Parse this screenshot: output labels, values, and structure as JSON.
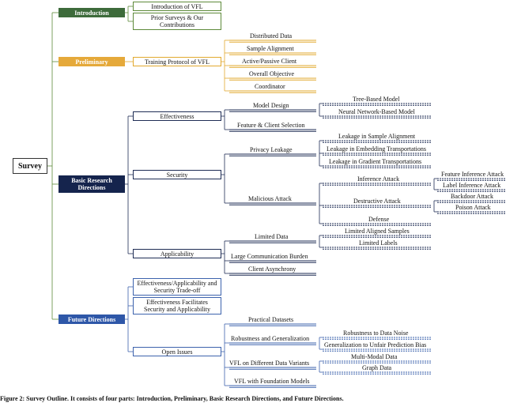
{
  "colors": {
    "intro": "#3d6b3b",
    "preliminary": "#e5a93a",
    "basic": "#15244d",
    "future": "#2e57a8",
    "line_green": "#5e8a3a",
    "line_gold": "#e2a92f",
    "line_navy": "#1f2d55",
    "line_blue": "#3d63ad"
  },
  "root": "Survey",
  "categories": {
    "intro": "Introduction",
    "preliminary": "Preliminary",
    "basic": "Basic Research Directions",
    "future": "Future Directions"
  },
  "intro_items": [
    "Introduction of VFL",
    "Prior Surveys & Our Contributions"
  ],
  "preliminary_box": "Training Protocol of VFL",
  "preliminary_items": [
    "Distributed Data",
    "Sample Alignment",
    "Active/Passive Client",
    "Overall Objective",
    "Coordinator"
  ],
  "basic": {
    "effectiveness": "Effectiveness",
    "security": "Security",
    "applicability": "Applicability",
    "model_design": "Model Design",
    "model_design_items": [
      "Tree-Based Model",
      "Neural Network-Based Model"
    ],
    "feature_client": "Feature & Client Selection",
    "privacy_leakage": "Privacy Leakage",
    "privacy_items": [
      "Leakage in Sample Alignment",
      "Leakage in Embedding Transportations",
      "Leakage in Gradient Transportations"
    ],
    "malicious_attack": "Malicious Attack",
    "inference_attack": "Inference Attack",
    "inference_items": [
      "Feature Inference Attack",
      "Label Inference Attack"
    ],
    "destructive_attack": "Destructive Attack",
    "destructive_items": [
      "Backdoor Attack",
      "Poison Attack"
    ],
    "defense": "Defense",
    "limited_data": "Limited Data",
    "limited_data_items": [
      "Limited Aligned Samples",
      "Limited Labels"
    ],
    "comm_burden": "Large Communication Burden",
    "client_async": "Client Asynchrony"
  },
  "future": {
    "tradeoff": "Effectiveness/Applicability and Security Trade-off",
    "facilitates": "Effectiveness Facilitates Security and Applicability",
    "open_issues": "Open Issues",
    "practical_datasets": "Practical Datasets",
    "robustness": "Robustness and Generalization",
    "robustness_items": [
      "Robustness to Data Noise",
      "Generalization to Unfair Prediction Bias"
    ],
    "data_variants": "VFL on Different Data Variants",
    "data_variant_items": [
      "Multi-Modal Data",
      "Graph Data"
    ],
    "foundation_models": "VFL with Foundation Models"
  },
  "caption": "Figure 2: Survey Outline. It consists of four parts: Introduction, Preliminary, Basic Research Directions, and Future Directions."
}
